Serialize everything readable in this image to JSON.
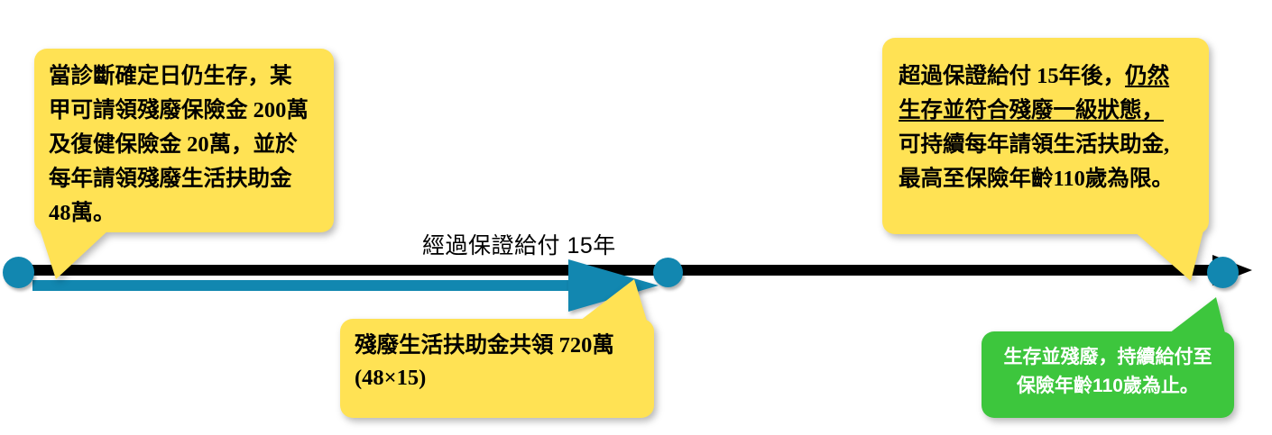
{
  "timeline": {
    "mid_label": "經過保證給付 15年",
    "colors": {
      "line": "#000000",
      "accent_teal": "#1287b0",
      "callout_yellow": "#ffe254",
      "callout_green": "#3dc63d",
      "text": "#000000",
      "green_text": "#ffffff"
    },
    "markers": [
      {
        "name": "start-marker",
        "label": ""
      },
      {
        "name": "year-15-marker",
        "label": ""
      },
      {
        "name": "end-marker",
        "label": ""
      }
    ]
  },
  "callouts": {
    "diagnosis": {
      "line1": "當診斷確定日仍生存，某",
      "line2": "甲可請領殘廢保險金 200萬",
      "line3": "及復健保險金 20萬，並於",
      "line4": "每年請領殘廢生活扶助金",
      "line5": "48萬。"
    },
    "over15": {
      "line1_plain": "超過保證給付 15年後，",
      "line1_underline": "仍然",
      "line2_underline": "生存並符合殘廢一級狀態，",
      "line3": "可持續每年請領生活扶助金,",
      "line4": "最高至保險年齡110歲為限。"
    },
    "total": {
      "line1": "殘廢生活扶助金共領 720萬",
      "line2": "(48×15)"
    },
    "survive": {
      "line1": "生存並殘廢，持續給付至",
      "line2": "保險年齡110歲為止。"
    }
  }
}
